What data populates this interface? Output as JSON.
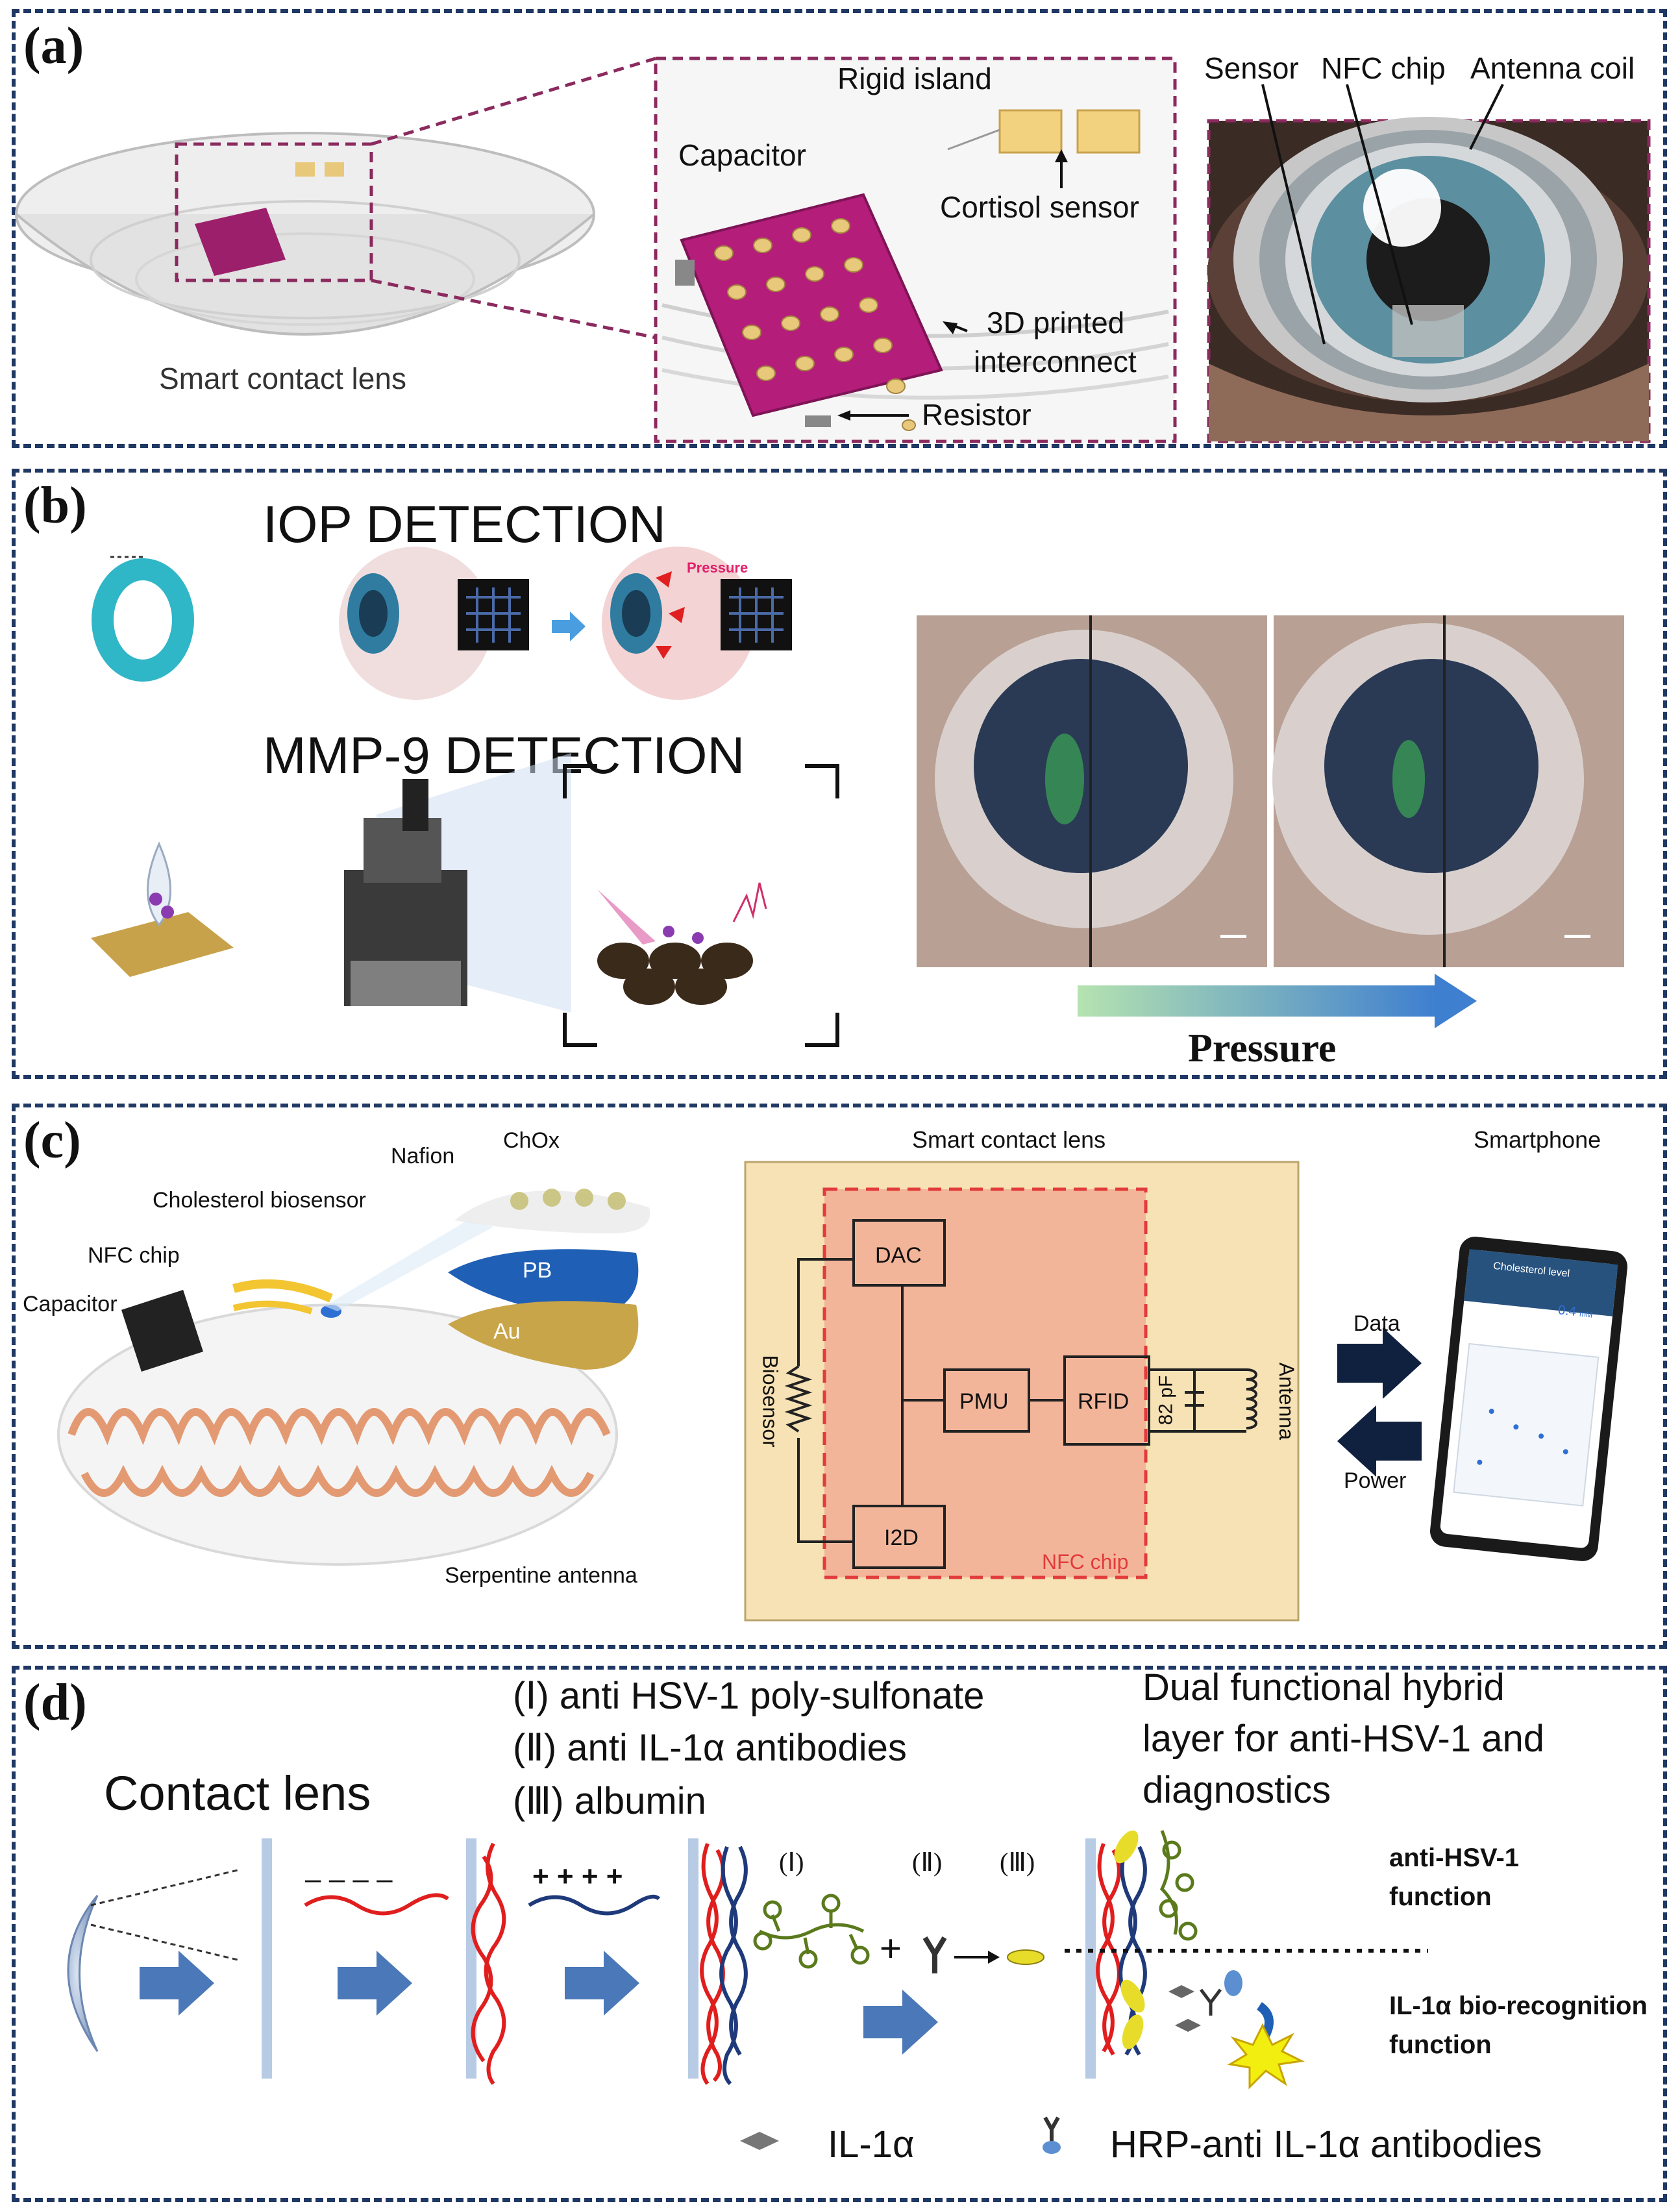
{
  "panel_a": {
    "label": "(a)",
    "lens_caption": "Smart contact lens",
    "rigid_island": "Rigid island",
    "capacitor": "Capacitor",
    "cortisol_sensor": "Cortisol sensor",
    "interconnect_line1": "3D printed",
    "interconnect_line2": "interconnect",
    "resistor": "Resistor",
    "sensor": "Sensor",
    "nfc_chip": "NFC chip",
    "antenna_coil": "Antenna coil"
  },
  "panel_b": {
    "label": "(b)",
    "iop_title": "IOP DETECTION",
    "mmp_title": "MMP-9 DETECTION",
    "pressure_small": "Pressure",
    "pressure_arrow_label": "Pressure"
  },
  "panel_c": {
    "label": "(c)",
    "nafion": "Nafion",
    "chox": "ChOx",
    "cholesterol_biosensor": "Cholesterol biosensor",
    "nfc_chip": "NFC chip",
    "capacitor": "Capacitor",
    "pb": "PB",
    "au": "Au",
    "serpentine_antenna": "Serpentine antenna",
    "smart_contact_lens": "Smart contact lens",
    "smartphone": "Smartphone",
    "dac": "DAC",
    "pmu": "PMU",
    "rfid": "RFID",
    "i2d": "I2D",
    "cap_value": "82 pF",
    "antenna": "Antenna",
    "biosensor": "Biosensor",
    "nfc_chip_block": "NFC chip",
    "data": "Data",
    "power": "Power",
    "phone_title": "Cholesterol level",
    "phone_value": "0.4",
    "phone_unit": "mM"
  },
  "panel_d": {
    "label": "(d)",
    "contact_lens": "Contact lens",
    "item1": "(Ⅰ) anti HSV-1 poly-sulfonate",
    "item2": "(Ⅱ) anti IL-1α antibodies",
    "item3": "(Ⅲ) albumin",
    "hybrid_line1": "Dual functional hybrid",
    "hybrid_line2": "layer for anti-HSV-1 and",
    "hybrid_line3": "diagnostics",
    "small1": "(Ⅰ)",
    "small2": "(Ⅱ)",
    "small3": "(Ⅲ)",
    "minus_signs": "– – – –",
    "plus_signs": "+ + + +",
    "plus": "+",
    "anti_hsv_line1": "anti-HSV-1",
    "anti_hsv_line2": "function",
    "il1a_bio_line1": "IL-1α bio-recognition",
    "il1a_bio_line2": "function",
    "legend_il1a": "IL-1α",
    "legend_hrp": "HRP-anti IL-1α antibodies"
  },
  "colors": {
    "frame": "#1f3864",
    "magenta": "#9c1f6b",
    "gold": "#e8c87a",
    "teal": "#2fb6c7",
    "blue_arrow": "#4a78b8",
    "chip_bg": "#f7e2b5",
    "nfc_area": "#f3b59a",
    "red_dash": "#e23b3b",
    "yellow": "#e8dc2a"
  }
}
